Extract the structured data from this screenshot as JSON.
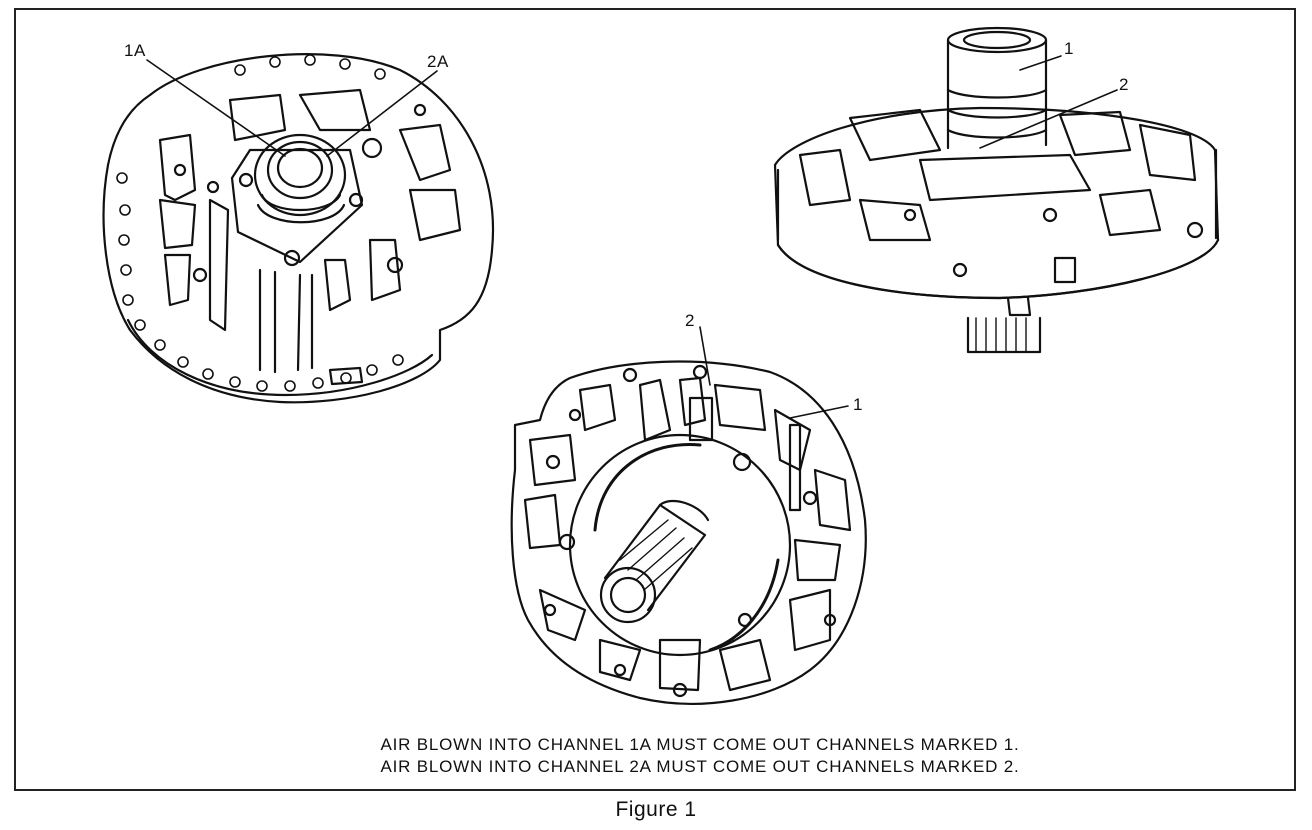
{
  "callouts": {
    "left_1a": "1A",
    "left_2a": "2A",
    "right_1": "1",
    "right_2": "2",
    "center_2": "2",
    "center_1": "1"
  },
  "notes": {
    "line1": "AIR BLOWN INTO CHANNEL 1A MUST COME OUT CHANNELS MARKED 1.",
    "line2": "AIR BLOWN INTO CHANNEL 2A MUST COME OUT CHANNELS MARKED 2."
  },
  "caption": "Figure 1"
}
